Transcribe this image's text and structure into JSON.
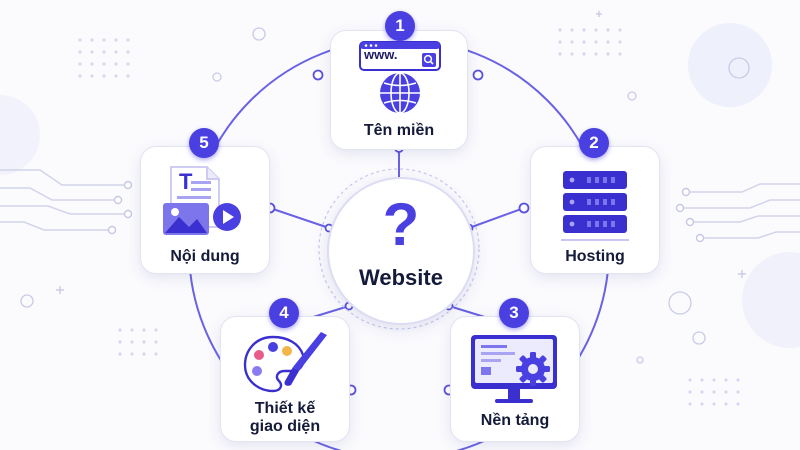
{
  "hub": {
    "question_mark": "?",
    "title": "Website"
  },
  "nodes": [
    {
      "number": "1",
      "label": "Tên miền",
      "icon": "globe-www-icon",
      "search_text": "www."
    },
    {
      "number": "2",
      "label": "Hosting",
      "icon": "server-icon"
    },
    {
      "number": "3",
      "label": "Nền tảng",
      "icon": "monitor-gear-icon"
    },
    {
      "number": "4",
      "label_lines": [
        "Thiết kế",
        "giao diện"
      ],
      "icon": "palette-brush-icon"
    },
    {
      "number": "5",
      "label": "Nội dung",
      "icon": "document-media-icon",
      "doc_letter": "T"
    }
  ],
  "colors": {
    "accent": "#4a3fe0",
    "text": "#141a3a",
    "line": "#6a62e4",
    "card_border": "#e3e4f2"
  }
}
